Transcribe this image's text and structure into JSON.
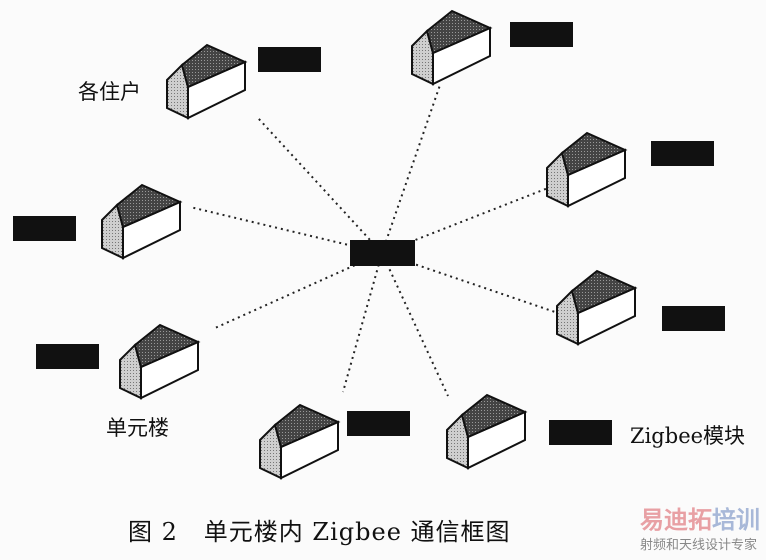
{
  "labels": {
    "households": "各住户",
    "building": "单元楼",
    "module": "Zigbee模块"
  },
  "caption": "图 2   单元楼内 Zigbee 通信框图",
  "watermark": {
    "brand_red": "易迪拓",
    "brand_blue": "培训",
    "slogan": "射频和天线设计专家"
  },
  "colors": {
    "module": "#111111",
    "roof": "#3a3a3a",
    "gable": "#bdbdbd"
  }
}
